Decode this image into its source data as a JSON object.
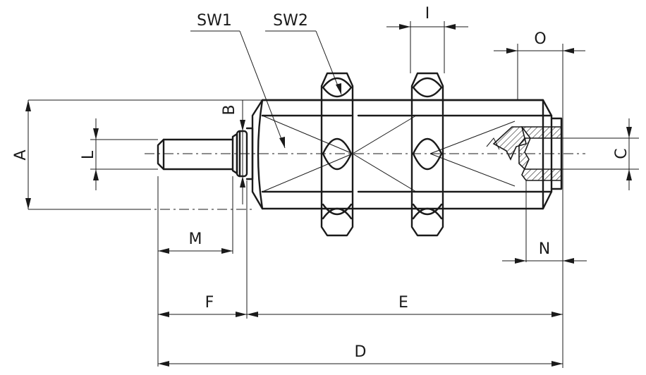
{
  "labels": {
    "sw1": "SW1",
    "sw2": "SW2",
    "i": "I",
    "o": "O",
    "a": "A",
    "l": "L",
    "b": "B",
    "c": "C",
    "m": "M",
    "n": "N",
    "f": "F",
    "e": "E",
    "d": "D"
  }
}
